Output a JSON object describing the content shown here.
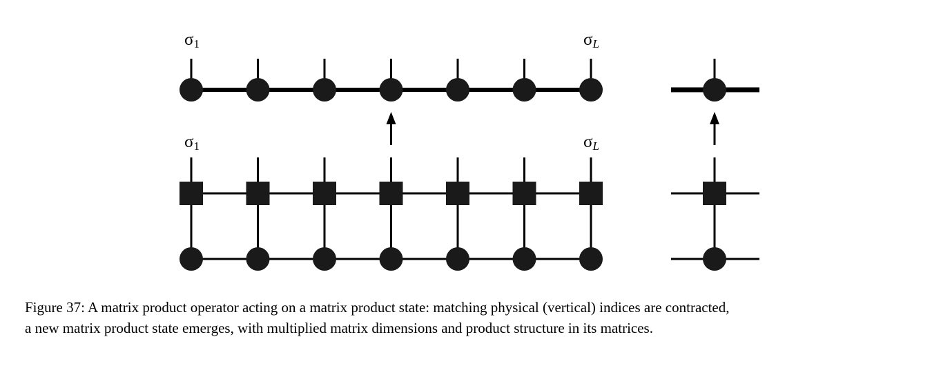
{
  "diagram": {
    "sites": 7,
    "upper_labels": {
      "first": "σ",
      "first_sub": "1",
      "last": "σ",
      "last_sub": "L"
    },
    "lower_labels": {
      "first": "σ",
      "first_sub": "1",
      "last": "σ",
      "last_sub": "L"
    },
    "colors": {
      "ink": "#000000",
      "node": "#1a1a1a"
    }
  },
  "caption": {
    "line1": "Figure 37: A matrix product operator acting on a matrix product state: matching physical (vertical) indices are contracted,",
    "line2": "a new matrix product state emerges, with multiplied matrix dimensions and product structure in its matrices."
  }
}
